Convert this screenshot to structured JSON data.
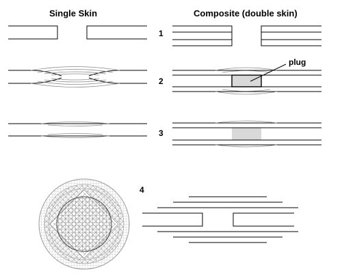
{
  "headers": {
    "left": "Single Skin",
    "right": "Composite (double skin)"
  },
  "steps": [
    "1",
    "2",
    "3",
    "4"
  ],
  "labels": {
    "plug": "plug"
  },
  "colors": {
    "line": "#000000",
    "plug_fill": "#d9d9d9",
    "patch_line": "#999999"
  }
}
